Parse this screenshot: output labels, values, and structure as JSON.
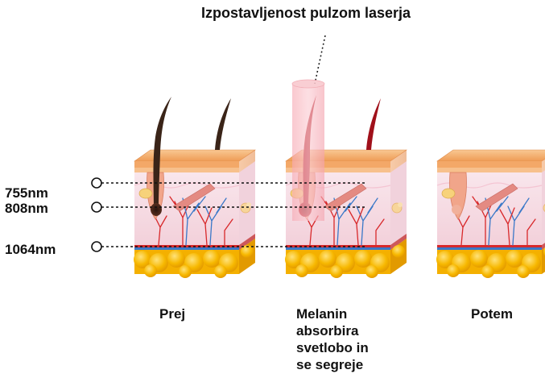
{
  "laser_label": "Izpostavljenost pulzom laserja",
  "wavelengths": [
    "755nm",
    "808nm",
    "1064nm"
  ],
  "stages": [
    {
      "label": "Prej"
    },
    {
      "label": "Melanin\nabsorbira\nsvetlobo in\nse segreje"
    },
    {
      "label": "Potem"
    }
  ],
  "colors": {
    "hair_dark": "#3a2418",
    "hair_heated": "#b0101a",
    "laser_beam": "#f6b9c0",
    "epidermis": "#f2b07a",
    "dermis": "#f7dfe6",
    "fat": "#f6b400",
    "follicle": "#f1a58a",
    "vein": "#3a78c8",
    "artery": "#d8282a"
  }
}
